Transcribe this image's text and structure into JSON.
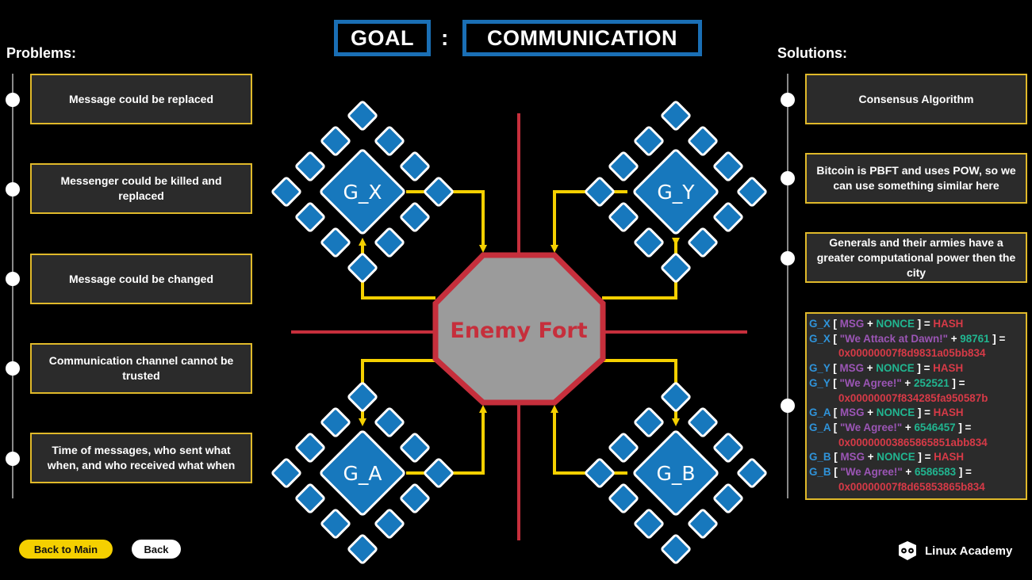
{
  "header": {
    "goal": "GOAL",
    "colon": ":",
    "topic": "COMMUNICATION"
  },
  "problems": {
    "heading": "Problems:",
    "items": [
      "Message could be replaced",
      "Messenger could be killed and replaced",
      "Message could be changed",
      "Communication channel cannot be trusted",
      "Time of messages, who sent what when, and who received what when"
    ]
  },
  "solutions": {
    "heading": "Solutions:",
    "items": [
      "Consensus Algorithm",
      "Bitcoin is PBFT and uses POW, so we can use something similar here",
      "Generals and their armies have a greater computational power then the city"
    ],
    "code": {
      "gx": "G_X",
      "gy": "G_Y",
      "ga": "G_A",
      "gb": "G_B",
      "open": "[",
      "close": "]",
      "plus": "+",
      "eq": "=",
      "msg": "MSG",
      "nonce": "NONCE",
      "hash": "HASH",
      "attack": "\"We Attack at Dawn!\"",
      "agree": "\"We Agree!\"",
      "n1": "98761",
      "n2": "252521",
      "n3": "6546457",
      "n4": "6586583",
      "h1": "0x00000007f8d9831a05bb834",
      "h2": "0x00000007f834285fa950587b",
      "h3": "0x00000003865865851abb834",
      "h4": "0x00000007f8d65853865b834"
    }
  },
  "diagram": {
    "center_label": "Enemy Fort",
    "generals": [
      "G_X",
      "G_Y",
      "G_A",
      "G_B"
    ]
  },
  "footer": {
    "back_main": "Back to Main",
    "back": "Back",
    "brand": "Linux Academy"
  },
  "colors": {
    "accent_blue": "#1a6fb5",
    "card_border": "#e0b92a",
    "fort_red": "#c62f3c",
    "arrow_yellow": "#f5d000",
    "node_blue": "#1778bd"
  }
}
